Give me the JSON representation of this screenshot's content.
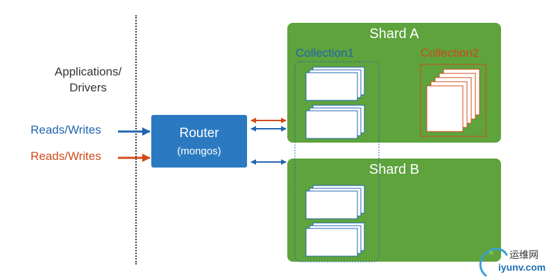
{
  "left_label": {
    "line1": "Applications/",
    "line2": "Drivers"
  },
  "requests": [
    {
      "label": "Reads/Writes",
      "color": "#1f64b0"
    },
    {
      "label": "Reads/Writes",
      "color": "#d24a1a"
    }
  ],
  "router": {
    "name": "Router",
    "subtitle": "(mongos)",
    "color": "#2b7ac1"
  },
  "shards": [
    {
      "title": "Shard A",
      "color": "#5ea33c"
    },
    {
      "title": "Shard B",
      "color": "#5ea33c"
    }
  ],
  "collections": [
    {
      "label": "Collection1",
      "color": "#1f64b0",
      "sharded": true
    },
    {
      "label": "Collection2",
      "color": "#d24a1a",
      "sharded": false
    }
  ],
  "watermark": {
    "line1": "运维网",
    "line2": "iyunv.com"
  }
}
